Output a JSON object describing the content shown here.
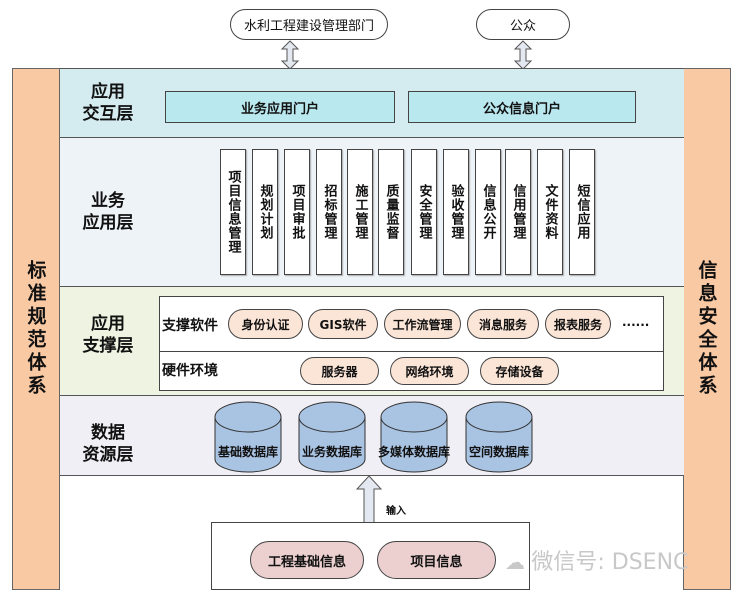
{
  "actors": [
    "水利工程建设管理部门",
    "公众"
  ],
  "side_left": "标准规范体系",
  "side_right": "信息安全体系",
  "layers": {
    "interaction": {
      "title_lines": [
        "应用",
        "交互层"
      ],
      "portals": [
        "业务应用门户",
        "公众信息门户"
      ]
    },
    "business": {
      "title_lines": [
        "业务",
        "应用层"
      ],
      "modules": [
        "项目信息管理",
        "规划计划",
        "项目审批",
        "招标管理",
        "施工管理",
        "质量监督",
        "安全管理",
        "验收管理",
        "信息公开",
        "信用管理",
        "文件资料",
        "短信应用"
      ]
    },
    "support": {
      "title_lines": [
        "应用",
        "支撑层"
      ],
      "software_label": "支撑软件",
      "software": [
        "身份认证",
        "GIS软件",
        "工作流管理",
        "消息服务",
        "报表服务"
      ],
      "more": "......",
      "hardware_label": "硬件环境",
      "hardware": [
        "服务器",
        "网络环境",
        "存储设备"
      ]
    },
    "data": {
      "title_lines": [
        "数据",
        "资源层"
      ],
      "databases": [
        "基础数据库",
        "业务数据库",
        "多媒体数据库",
        "空间数据库"
      ]
    }
  },
  "input_label": "输入",
  "inputs": [
    "工程基础信息",
    "项目信息"
  ],
  "watermark": "微信号: DSENC",
  "colors": {
    "side": "#f9c9a4",
    "interaction": "#d4ecef",
    "portal": "#b9e8ef",
    "business": "#eef3f8",
    "support": "#eef3e2",
    "data": "#efeff5",
    "chip": "#fbe5d7",
    "db": "#a9c3e3",
    "input_chip": "#ecd0d0"
  }
}
